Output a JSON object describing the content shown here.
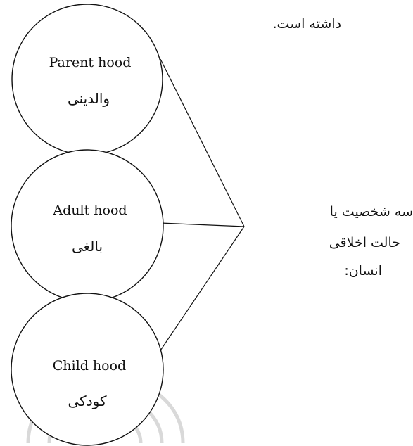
{
  "top_note": "داشته است.",
  "nodes": [
    {
      "english": "Parent hood",
      "persian": "والدینی"
    },
    {
      "english": "Adult hood",
      "persian": "بالغی"
    },
    {
      "english": "Child hood",
      "persian": "کودکی"
    }
  ],
  "side_label": {
    "lines": [
      "سه شخصیت یا",
      "حالت اخلاقی",
      "انسان:"
    ]
  },
  "colors": {
    "line": "#111111",
    "watermark": "#d9d9d9"
  }
}
